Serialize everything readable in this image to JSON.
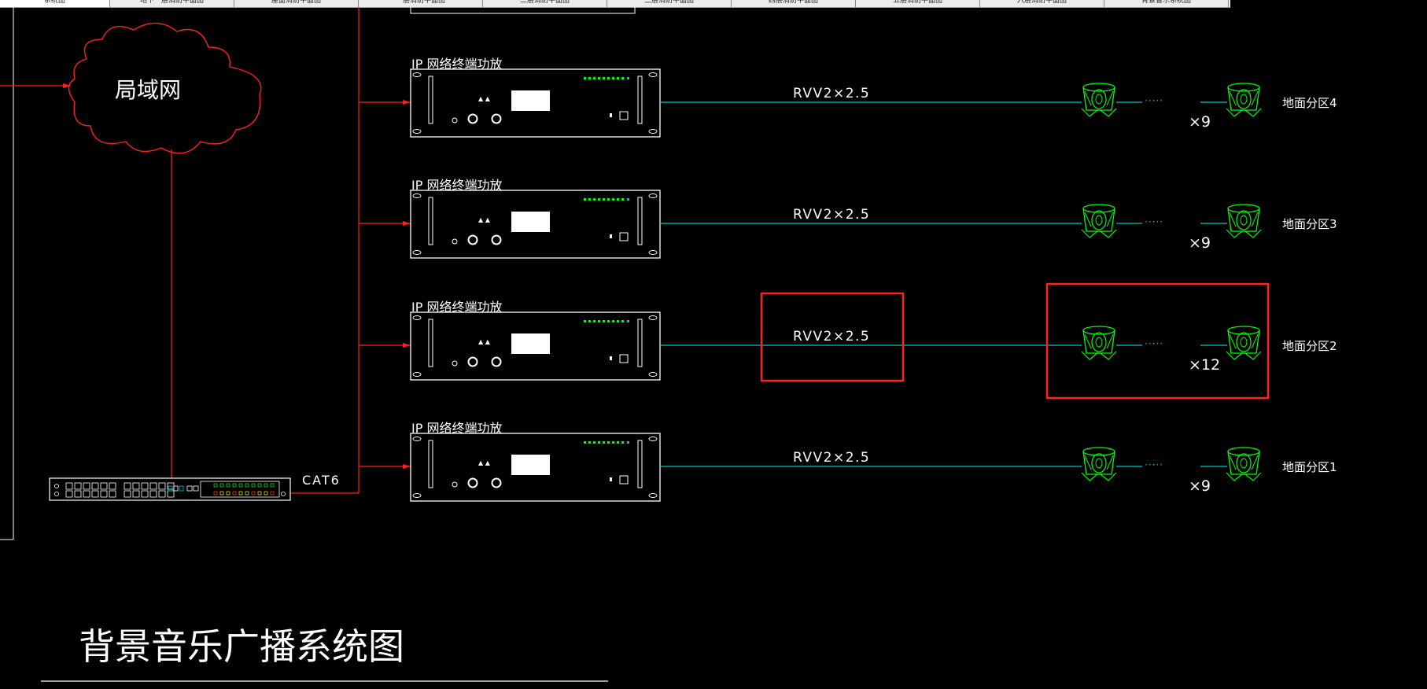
{
  "tabs": [
    {
      "label": "系统图",
      "active": true
    },
    {
      "label": "地下一层消防平面图",
      "active": false
    },
    {
      "label": "屋面消防平面图",
      "active": false
    },
    {
      "label": "一层消防平面图",
      "active": false
    },
    {
      "label": "二层消防平面图",
      "active": false
    },
    {
      "label": "三层消防平面图",
      "active": false
    },
    {
      "label": "四层消防平面图",
      "active": false
    },
    {
      "label": "五层消防平面图",
      "active": false
    },
    {
      "label": "六层消防平面图",
      "active": false
    },
    {
      "label": "背景音乐系统图",
      "active": false
    }
  ],
  "diagram": {
    "lan_label": "局域网",
    "switch_cable_label": "CAT6",
    "title": "背景音乐广播系统图",
    "amplifiers": [
      {
        "label": "IP 网络终端功放",
        "cable": "RVV2×2.5",
        "count": "×9",
        "zone": "地面分区4",
        "highlighted": false
      },
      {
        "label": "IP 网络终端功放",
        "cable": "RVV2×2.5",
        "count": "×9",
        "zone": "地面分区3",
        "highlighted": false
      },
      {
        "label": "IP 网络终端功放",
        "cable": "RVV2×2.5",
        "count": "×12",
        "zone": "地面分区2",
        "highlighted": true
      },
      {
        "label": "IP 网络终端功放",
        "cable": "RVV2×2.5",
        "count": "×9",
        "zone": "地面分区1",
        "highlighted": false
      }
    ],
    "dots": "·····"
  },
  "colors": {
    "background": "#000000",
    "wire_red": "#ff2020",
    "equipment_white": "#ffffff",
    "cable_cyan": "#00c8c8",
    "speaker_green": "#00ff00",
    "highlight_red": "#ff2020"
  }
}
